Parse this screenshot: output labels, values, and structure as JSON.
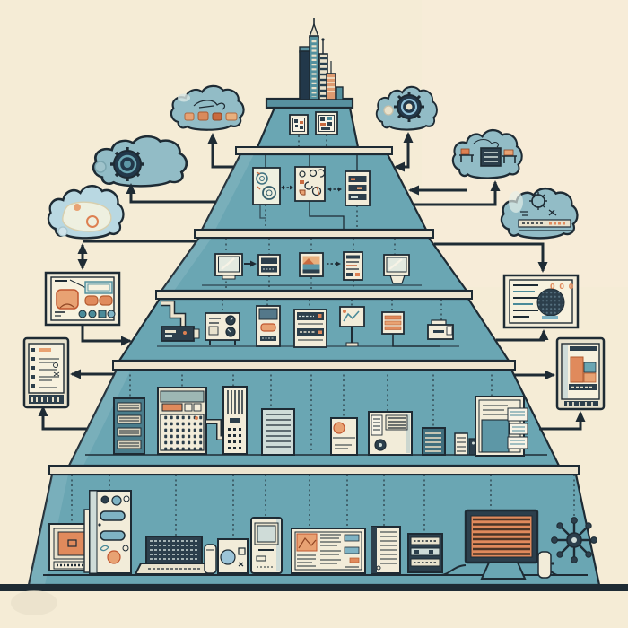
{
  "palette": {
    "background": "#f5ecd6",
    "ink": "#1e2b34",
    "pyramid": "#6aa6b3",
    "ledge": "#ece4cf",
    "cloud": "#92bcc6",
    "cloud_light": "#b9d8e2",
    "cream": "#f2ecd9",
    "cream_bright": "#f7f3e6",
    "orange": "#e08a5c",
    "orange_soft": "#e8a273",
    "orange_deep": "#c0562f",
    "navy": "#22384a",
    "dark_panel": "#2c3f4c",
    "blue_light": "#8fc0d8",
    "teal_device": "#5d97a6"
  },
  "panels": {
    "right_monitor": {
      "counter": "0 0 0"
    }
  },
  "structure": {
    "skyline": [
      "navy-tower",
      "tall-teal-spire",
      "striped-tower",
      "salmon-tower"
    ],
    "tiers": [
      {
        "level": 1,
        "items": [
          "qr-plaque",
          "qr-plaque"
        ]
      },
      {
        "level": 2,
        "items": [
          "doodle-card",
          "icon-card",
          "list-card"
        ]
      },
      {
        "level": 3,
        "items": [
          "crt-monitor",
          "mini-terminal",
          "framed-picture",
          "document-card",
          "crt-monitor"
        ]
      },
      {
        "level": 4,
        "items": [
          "vcr-deck",
          "gauge-panel",
          "kiosk-terminal",
          "control-cabinet",
          "whiteboard-sign",
          "striped-card",
          "printer"
        ]
      },
      {
        "level": 5,
        "items": [
          "server-rack",
          "mainframe-console",
          "tape-cabinet",
          "vented-server",
          "lamp-cabinet",
          "mainframe-unit",
          "dark-tower",
          "mini-rack",
          "display-cabinet"
        ]
      },
      {
        "level": 6,
        "items": [
          "orange-screen-monitor",
          "pc-tower",
          "laptop",
          "canister",
          "disk-box",
          "classic-mac",
          "news-board",
          "vent-tower",
          "stereo-stack",
          "striped-crt-desk",
          "network-star"
        ]
      }
    ],
    "clouds": [
      "icons-cloud",
      "gear-cloud-left",
      "soft-cloud",
      "gear-cloud-right",
      "server-cloud",
      "notes-cloud"
    ],
    "side_panels": [
      "dashboard-monitor-left",
      "list-tablet-left",
      "report-monitor-right",
      "chart-tablet-right"
    ]
  }
}
